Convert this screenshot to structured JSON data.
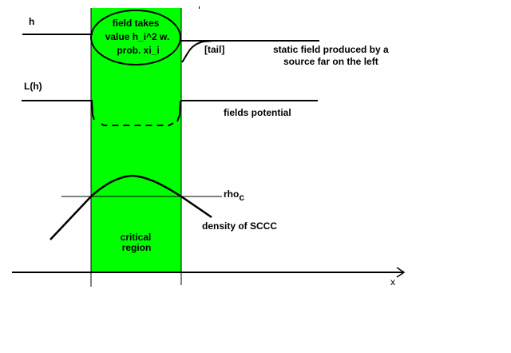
{
  "colors": {
    "region": "#00ff00",
    "ink": "#000000"
  },
  "labels": {
    "h": "h",
    "lh": "L(h)",
    "ellipse": [
      "field takes",
      "value h_i^2 w.",
      "prob. xi_i"
    ],
    "tail": "[tail]",
    "static": [
      "static field produced by a",
      "source far on the left"
    ],
    "potential": "fields potential",
    "rho": "rho",
    "rho_sub": "c",
    "density": "density of SCCC",
    "critical": [
      "critical",
      "region"
    ],
    "x": "x"
  }
}
